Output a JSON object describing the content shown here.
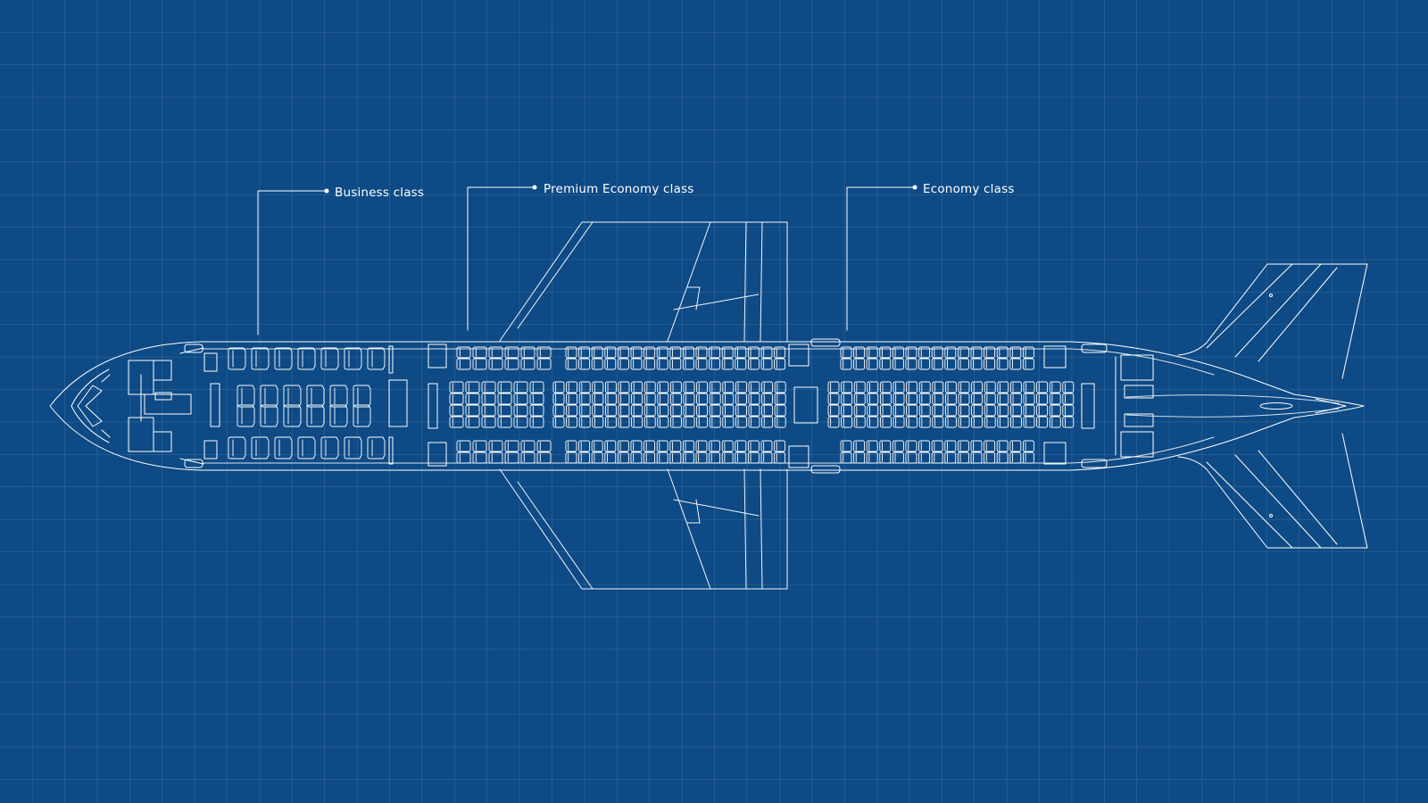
{
  "diagram": {
    "callouts": {
      "business": "Business class",
      "premium_economy": "Premium Economy class",
      "economy": "Economy class"
    }
  },
  "colors": {
    "background": "#0e4a85",
    "grid_line": "#5d86b3",
    "drawing_line": "#ffffff"
  }
}
